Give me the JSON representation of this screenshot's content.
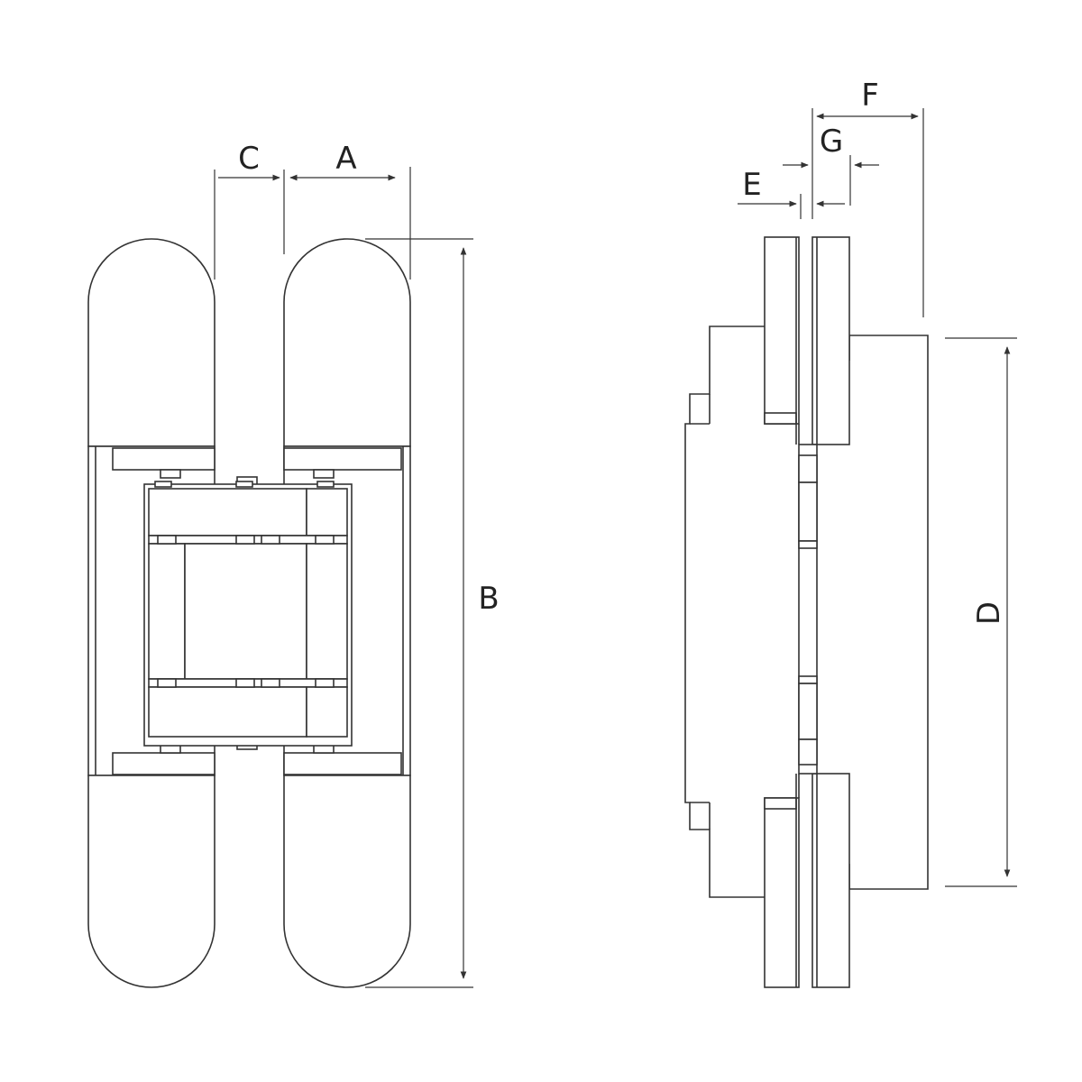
{
  "labels": {
    "a": "A",
    "b": "B",
    "c": "C",
    "d": "D",
    "e": "E",
    "f": "F",
    "g": "G"
  },
  "colors": {
    "background": "#ffffff",
    "line": "#333333",
    "text": "#222222"
  }
}
